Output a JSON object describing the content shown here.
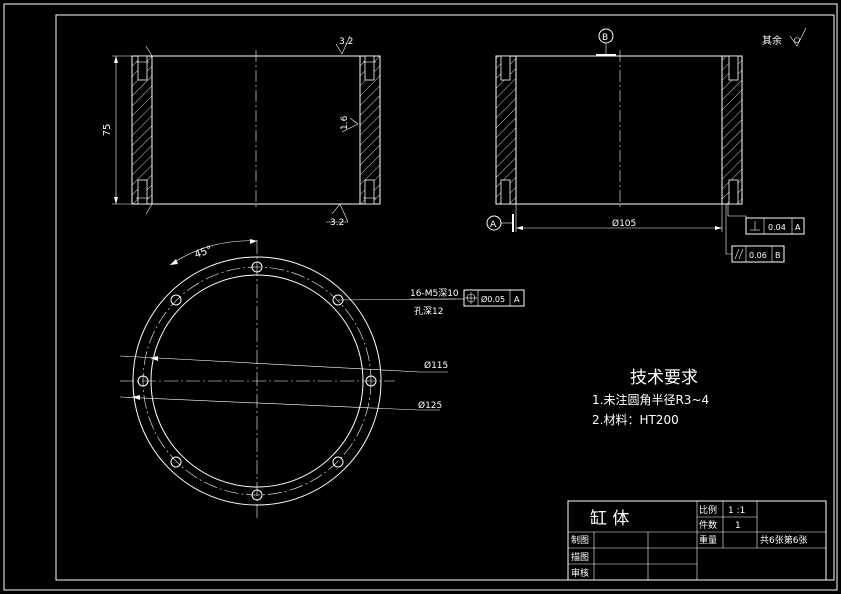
{
  "title_block": {
    "part_name": "缸 体",
    "scale_label": "比例",
    "scale_value": "1 :1",
    "qty_label": "件数",
    "qty_value": "1",
    "weight_label": "重量",
    "sheet_info": "共6张第6张",
    "drawn_label": "制图",
    "traced_label": "描图",
    "checked_label": "审核"
  },
  "tech_requirements": {
    "heading": "技术要求",
    "item1": "1.未注圆角半径R3~4",
    "item2": "2.材料：HT200"
  },
  "annotations": {
    "roughness_other": "其余",
    "roughness_top": "3.2",
    "roughness_right": "1.6",
    "roughness_bottom": "3.2",
    "dim_height": "75",
    "dim_diameter_bore": "Ø105",
    "datum_a": "A",
    "datum_b": "B",
    "tol_perp_value": "0.04",
    "tol_perp_datum": "A",
    "tol_par_value": "0.06",
    "tol_par_datum": "B",
    "hole_spec_line1": "16-M5深10",
    "hole_spec_line2": "孔深12",
    "pos_tol_value": "Ø0.05",
    "pos_tol_datum": "A",
    "dim_d115": "Ø115",
    "dim_d125": "Ø125",
    "angle": "45°"
  },
  "colors": {
    "background": "#000000",
    "line": "#ffffff"
  }
}
